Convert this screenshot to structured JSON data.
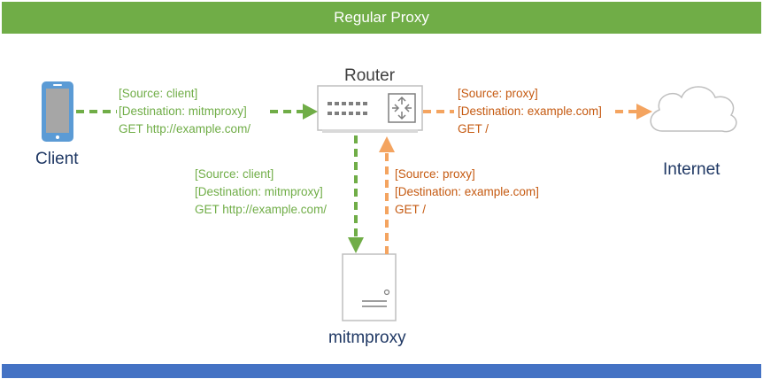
{
  "header": {
    "title": "Regular Proxy"
  },
  "nodes": {
    "client": "Client",
    "router": "Router",
    "internet": "Internet",
    "mitmproxy": "mitmproxy"
  },
  "flows": {
    "client_to_router": [
      "[Source: client]",
      "[Destination: mitmproxy]",
      "GET http://example.com/"
    ],
    "router_to_mitmproxy": [
      "[Source: client]",
      "[Destination: mitmproxy]",
      "GET http://example.com/"
    ],
    "mitmproxy_to_router": [
      "[Source: proxy]",
      "[Destination: example.com]",
      "GET /"
    ],
    "router_to_internet": [
      "[Source: proxy]",
      "[Destination: example.com]",
      "GET /"
    ]
  },
  "colors": {
    "header": "#70ad47",
    "footer": "#4472c4",
    "client_flow": "#70ad47",
    "proxy_flow": "#f4a460",
    "proxy_text": "#c55a11",
    "node_label": "#1f3864"
  }
}
